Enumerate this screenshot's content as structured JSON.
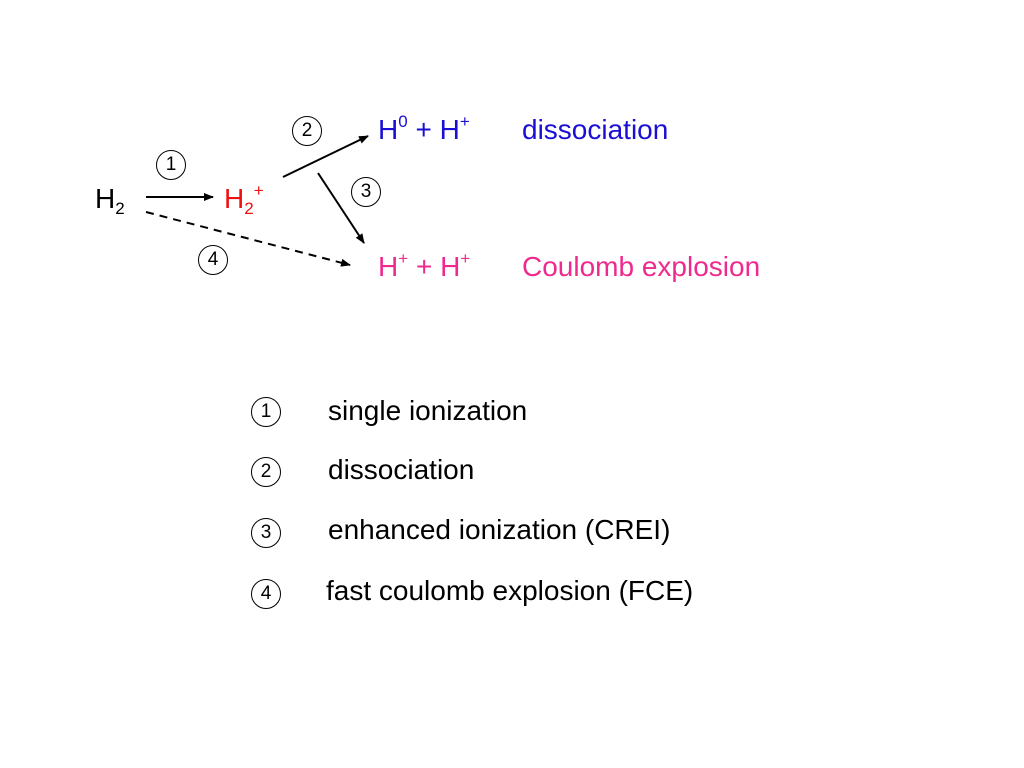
{
  "diagram": {
    "reactant": {
      "symbol": "H",
      "sub": "2",
      "sup": ""
    },
    "ion": {
      "symbol": "H",
      "sub": "2",
      "sup": "+"
    },
    "product_dissociation": {
      "a_symbol": "H",
      "a_sup": "0",
      "plus": "+",
      "b_symbol": "H",
      "b_sup": "+",
      "label": "dissociation"
    },
    "product_coulomb": {
      "a_symbol": "H",
      "a_sup": "+",
      "plus": "+",
      "b_symbol": "H",
      "b_sup": "+",
      "label": "Coulomb explosion"
    },
    "step_markers": [
      "1",
      "2",
      "3",
      "4"
    ]
  },
  "legend": [
    {
      "num": "1",
      "text": "single ionization"
    },
    {
      "num": "2",
      "text": "dissociation"
    },
    {
      "num": "3",
      "text": "enhanced ionization (CREI)"
    },
    {
      "num": "4",
      "text": "fast coulomb explosion (FCE)"
    }
  ],
  "colors": {
    "ion": "#ee1111",
    "dissociation": "#1a0fd2",
    "coulomb_explosion": "#ee2a8e",
    "arrows": "#000000"
  }
}
